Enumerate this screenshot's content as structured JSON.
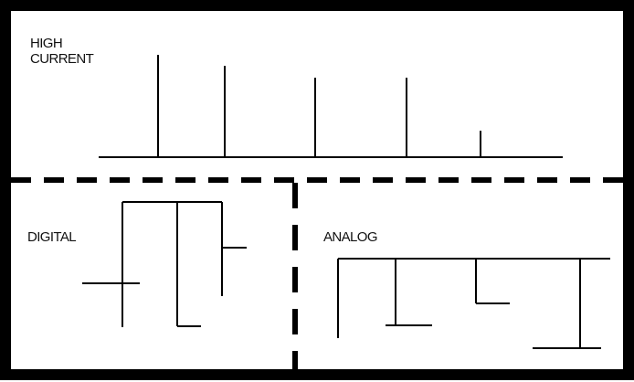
{
  "regions": {
    "high_current": {
      "label_line1": "HIGH",
      "label_line2": "CURRENT"
    },
    "digital": {
      "label": "DIGITAL"
    },
    "analog": {
      "label": "ANALOG"
    }
  }
}
